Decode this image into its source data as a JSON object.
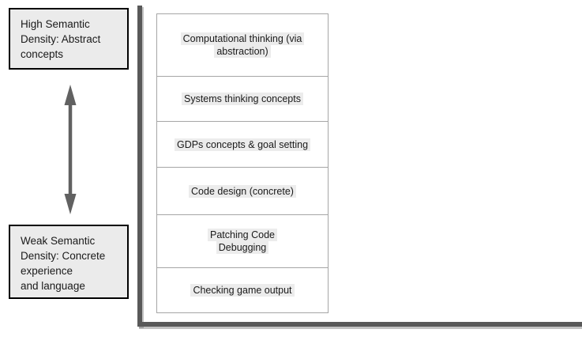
{
  "colors": {
    "axis": "#595959",
    "arrow": "#616161",
    "box-fill": "#ebebeb",
    "box-border": "#000000",
    "stack-border": "#a6a6a6",
    "highlight": "#ececec",
    "text": "#1a1a1a"
  },
  "left_column": {
    "top_box": {
      "lines": [
        "High Semantic",
        "Density: Abstract",
        "concepts"
      ]
    },
    "bottom_box": {
      "lines": [
        "Weak Semantic",
        "Density: Concrete",
        "experience",
        "and language"
      ]
    }
  },
  "stack": {
    "rows": [
      {
        "lines": [
          "Computational thinking (via",
          "abstraction)"
        ]
      },
      {
        "lines": [
          "Systems thinking concepts"
        ]
      },
      {
        "lines": [
          "GDPs concepts & goal setting"
        ]
      },
      {
        "lines": [
          "Code design (concrete)"
        ]
      },
      {
        "lines": [
          "Patching Code",
          "Debugging"
        ]
      },
      {
        "lines": [
          "Checking game output"
        ]
      }
    ]
  }
}
